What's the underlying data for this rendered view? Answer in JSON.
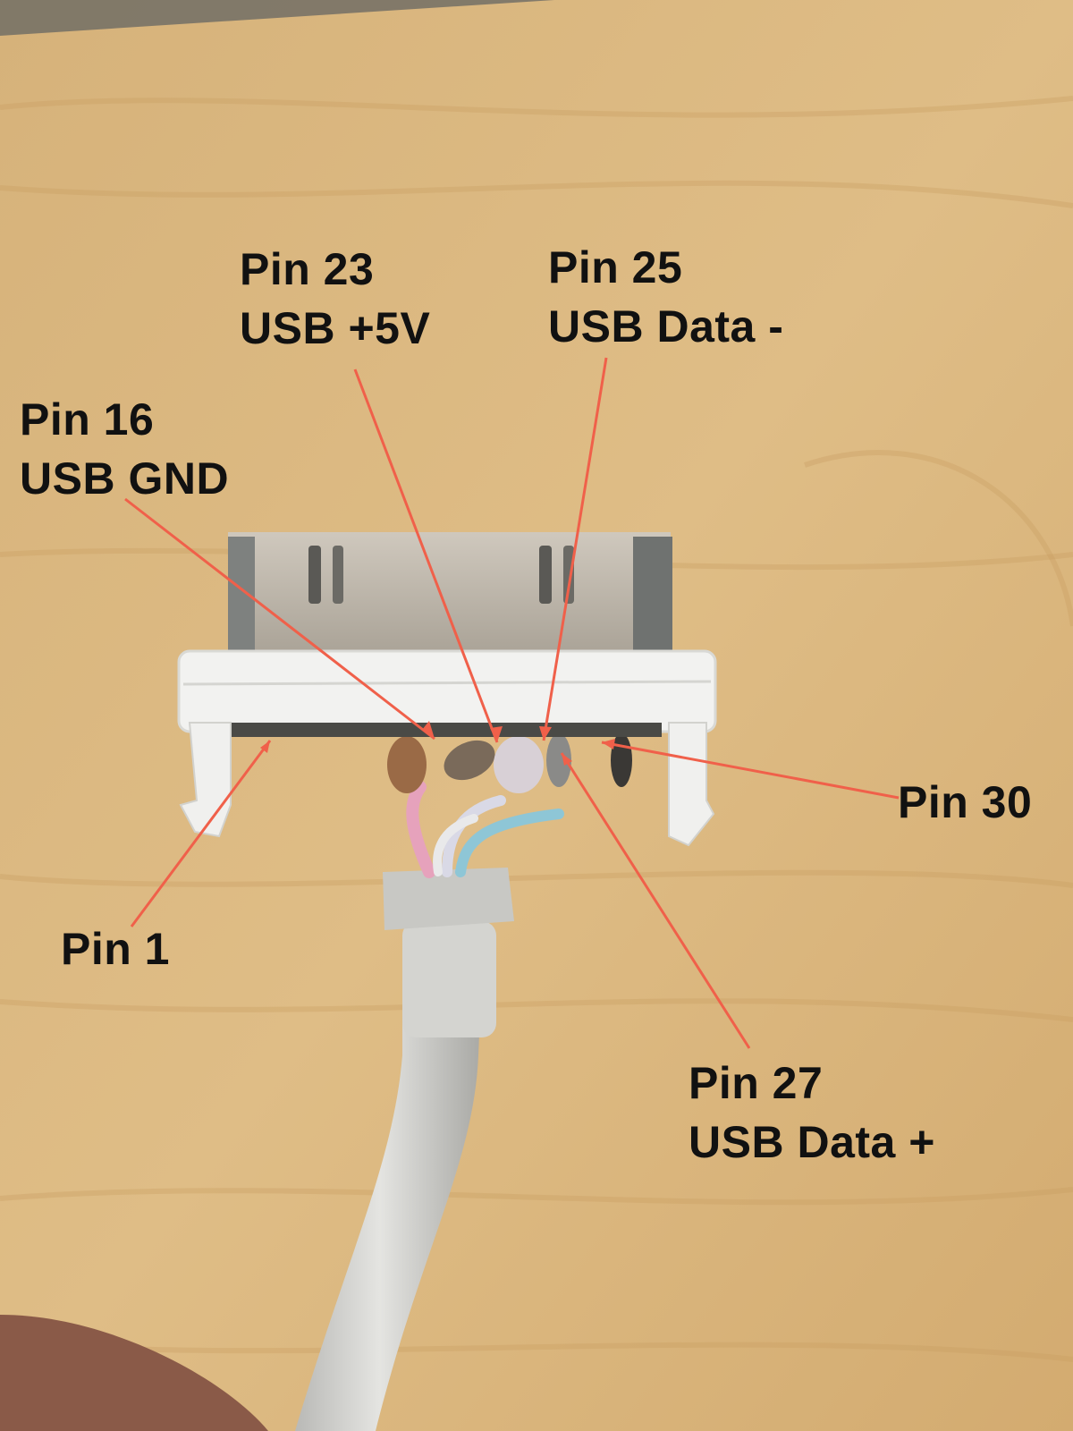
{
  "labels": {
    "pin23": {
      "pin": "Pin 23",
      "signal": "USB +5V"
    },
    "pin25": {
      "pin": "Pin 25",
      "signal": "USB Data -"
    },
    "pin16": {
      "pin": "Pin 16",
      "signal": "USB GND"
    },
    "pin30": {
      "pin": "Pin 30"
    },
    "pin1": {
      "pin": "Pin 1"
    },
    "pin27": {
      "pin": "Pin 27",
      "signal": "USB Data +"
    }
  },
  "colors": {
    "leader_line": "#f0604a",
    "label_text": "#111111",
    "wood": "#d9b47a",
    "connector_white": "#f2f2f0",
    "metal_shield": "#bdb6aa"
  }
}
